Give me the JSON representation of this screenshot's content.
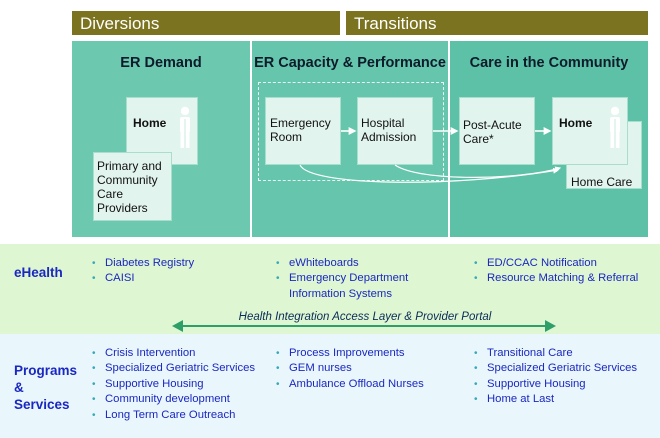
{
  "phases": {
    "diversions": "Diversions",
    "transitions": "Transitions"
  },
  "columns": {
    "er_demand": {
      "title": "ER Demand",
      "home": "Home",
      "primary_care": "Primary and Community Care Providers"
    },
    "er_capacity": {
      "title": "ER Capacity & Performance",
      "emergency_room": "Emergency Room",
      "hospital_admission": "Hospital Admission"
    },
    "community": {
      "title": "Care in the Community",
      "post_acute": "Post-Acute Care*",
      "home": "Home",
      "home_care": "Home Care"
    }
  },
  "ehealth": {
    "label": "eHealth",
    "col1": [
      "Diabetes Registry",
      "CAISI"
    ],
    "col2": [
      "eWhiteboards",
      "Emergency Department Information Systems"
    ],
    "col3": [
      "ED/CCAC Notification",
      "Resource Matching & Referral"
    ]
  },
  "portal": {
    "label": "Health Integration Access Layer & Provider Portal"
  },
  "programs": {
    "label": "Programs & Services",
    "col1": [
      "Crisis Intervention",
      "Specialized Geriatric Services",
      "Supportive Housing",
      "Community development",
      "Long Term Care Outreach"
    ],
    "col2": [
      "Process Improvements",
      "GEM nurses",
      "Ambulance Offload Nurses"
    ],
    "col3": [
      "Transitional Care",
      "Specialized Geriatric Services",
      "Supportive Housing",
      "Home at Last"
    ]
  },
  "colors": {
    "phase_bar": "#7b7320",
    "column_fill": "#66c6ad",
    "box_fill": "#e2f4ee",
    "list_text": "#1a28c2",
    "portal_arrow": "#2f9f6a"
  },
  "icons": [
    "person-icon",
    "portal-double-arrow-icon",
    "flow-arrow-icon"
  ]
}
